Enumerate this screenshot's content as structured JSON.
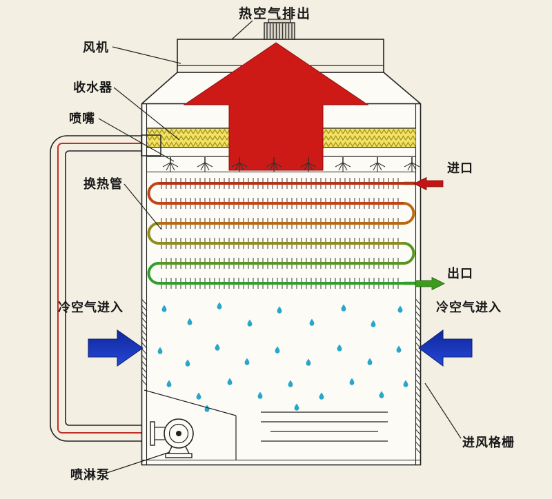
{
  "labels": {
    "hot_air_out": "热空气排出",
    "fan": "风机",
    "water_collector": "收水器",
    "nozzle": "喷嘴",
    "heat_tube": "换热管",
    "inlet": "进口",
    "outlet": "出口",
    "cold_air_left": "冷空气进入",
    "cold_air_right": "冷空气进入",
    "air_grille": "进风格栅",
    "spray_pump": "喷淋泵"
  },
  "colors": {
    "background": "#f3efe2",
    "tower_interior": "#fcfbf5",
    "outline": "#222222",
    "hot_air_arrow": "#ce1a16",
    "hot_air_arrow_edge": "#8c0d0d",
    "cold_air_arrow": "#2547d8",
    "cold_air_arrow_dark": "#10289b",
    "cold_air_text": "#c42020",
    "inlet_pipe": "#c41414",
    "outlet_pipe": "#3d9c1e",
    "pipe_water_line": "#c03024",
    "eliminator_fill": "#f0e468",
    "eliminator_zigzag": "#ab8f16",
    "droplet": "#2aa6c9",
    "fin": "#3a3a3a",
    "tube_gradient": [
      "#b23418",
      "#c24414",
      "#b96a10",
      "#8f8c1c",
      "#57961f",
      "#2f9e2a"
    ]
  }
}
